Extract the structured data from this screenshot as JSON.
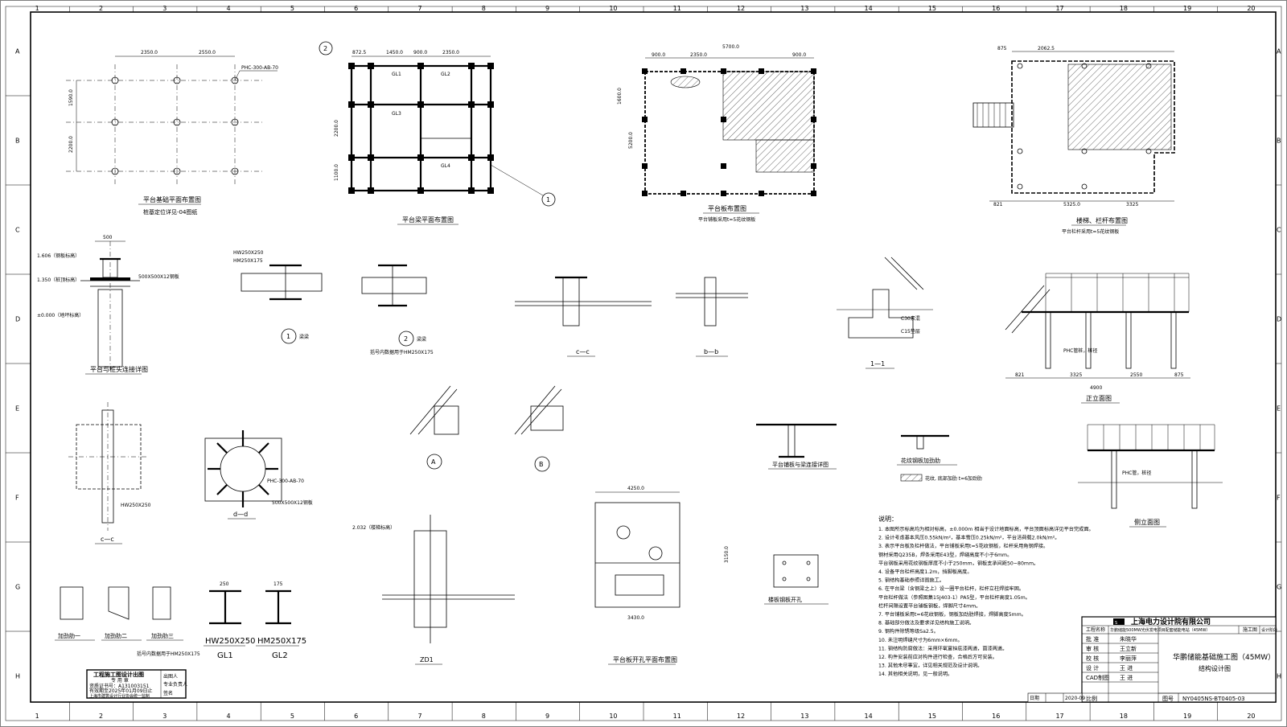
{
  "grid": {
    "cols": [
      "1",
      "2",
      "3",
      "4",
      "5",
      "6",
      "7",
      "8",
      "9",
      "10",
      "11",
      "12",
      "13",
      "14",
      "15",
      "16",
      "17",
      "18",
      "19",
      "20"
    ],
    "rows": [
      "A",
      "B",
      "C",
      "D",
      "E",
      "F",
      "G",
      "H"
    ]
  },
  "views": {
    "pile_plan": {
      "title": "平台基础平面布置图",
      "sub": "桩基定位详见-04图纸",
      "pile_tag": "PHC-300-AB-70",
      "dims": [
        "2350.0",
        "2550.0",
        "1590.0",
        "2200.0"
      ]
    },
    "beam_plan": {
      "title": "平台梁平面布置图",
      "dims": [
        "872.5",
        "1450.0",
        "900.0",
        "2350.0",
        "2200.0",
        "1100.0"
      ],
      "beams": [
        "GL1",
        "GL2",
        "GL3",
        "GL4"
      ]
    },
    "slab_plan": {
      "title": "平台板布置图",
      "sub": "平台铺板采用t=5花纹钢板",
      "dims": [
        "900.0",
        "2350.0",
        "5700.0",
        "900.0",
        "5200.0",
        "1600.0"
      ]
    },
    "stair_plan": {
      "title": "楼梯、栏杆布置图",
      "sub": "平台栏杆采用t=5花纹钢板",
      "dims": [
        "875",
        "2062.5",
        "5325.0",
        "3325",
        "821"
      ]
    },
    "col_joint": {
      "title": "平台与桩头连接详图",
      "lev1": "1.606（钢板标高）",
      "lev2": "1.350（桩顶标高）",
      "lev3": "±0.000（地坪标高）",
      "plate": "500X500X12钢板",
      "dim": "500"
    },
    "detail1": {
      "no": "1",
      "label": "梁梁",
      "sec": "HW250X250",
      "sec2": "HM250X175"
    },
    "detail2": {
      "no": "2",
      "label": "梁梁",
      "note": "括号内数据用于HM250X175"
    },
    "cc": {
      "title": "c—c"
    },
    "bb": {
      "title": "b—b"
    },
    "s11": {
      "title": "1—1",
      "c30": "C30素混",
      "c15": "C15垫层"
    },
    "elev_front": {
      "title": "正立面图",
      "dims": [
        "821",
        "3325",
        "2550",
        "4900",
        "875"
      ],
      "phc": "PHC管桩，桩径"
    },
    "elev_side": {
      "title": "侧立面图",
      "phc": "PHC管，桩径"
    },
    "cc2": {
      "title": "c—c",
      "sec": "HW250X250"
    },
    "dd": {
      "title": "d—d",
      "pile": "PHC-300-AB-70",
      "plate": "500X500X12钢板"
    },
    "detailA": {
      "no": "A"
    },
    "detailB": {
      "no": "B"
    },
    "z1": {
      "title": "ZD1",
      "lev": "2.032（楼梯标高）"
    },
    "stiff1": {
      "title": "加劲肋一"
    },
    "stiff2": {
      "title": "加劲肋二"
    },
    "stiff3": {
      "title": "加劲肋三",
      "note": "括号内数据用于HM250X175"
    },
    "gl1": {
      "sec": "HW250X250",
      "name": "GL1",
      "dim": "250"
    },
    "gl2": {
      "sec": "HM250X175",
      "name": "GL2",
      "dim": "175"
    },
    "grate": {
      "title": "平台铺板与梁连接详图"
    },
    "checker": {
      "title": "花纹钢板加劲肋"
    },
    "checker_note": "花纹, 底部加肋 t=6加劲肋",
    "hole_plan": {
      "title": "平台板开孔平面布置图",
      "dims": [
        "4250.0",
        "3150.0",
        "3430.0"
      ]
    },
    "hole_detail": {
      "title": "楼板钢板开孔"
    }
  },
  "notes": {
    "head": "说明：",
    "items": [
      "1. 本图所示标高均为相对标高，±0.000m 相当于设计地面标高，平台顶面标高详见平台完成面。",
      "2. 设计考虑基本风压0.55kN/m²，基本雪压0.25kN/m²，平台活荷载2.0kN/m²。",
      "3. 表示平台板及栏杆做法，平台铺板采用t=5花纹钢板，栏杆采用角钢焊接。",
      "   钢材采用Q235B，焊条采用E43型，焊缝高度不小于6mm。",
      "   平台钢板采用花纹钢板厚度不小于250mm，钢板支承间距50~80mm。",
      "4. 设备平台栏杆高度1.2m，挡脚板高度。",
      "5. 钢结构基础参照详图施工。",
      "6. 在平台梁（含钢梁之上）设一圈平台栏杆，栏杆立柱焊接牢固。",
      "   平台栏杆做法（参照图集15J403-1）PA5型，平台栏杆高度1.05m。",
      "   栏杆间隔设置平台铺板钢板，焊脚尺寸4mm。",
      "7. 平台铺板采用t=6花纹钢板，钢板加劲肋焊接，焊脚高度5mm。",
      "8. 基础部分做法及要求详见结构施工说明。",
      "9. 钢构件除锈等级Sa2.5。",
      "10. 未注明焊缝尺寸为6mm×6mm。",
      "11. 钢结构防腐做法：采用环氧富锌底漆两道，面漆两道。",
      "12. 构件安装前应对构件进行检查，合格后方可安装。",
      "13. 其他未尽事宜，详见相关规范及设计说明。",
      "14. 其他相关说明，见一般说明。"
    ]
  },
  "title_block": {
    "company": "上海电力设计院有限公司",
    "project_label": "工程名称",
    "project_value": "华鹏储能500MW光伏发电项目配套储能电站（45MW）",
    "stage_label": "施工图",
    "stage_label2": "设计阶段",
    "rows": [
      {
        "label": "批 准",
        "sign": "朱晓华"
      },
      {
        "label": "审 核",
        "sign": "王立新"
      },
      {
        "label": "校 核",
        "sign": "李丽萍"
      },
      {
        "label": "设 计",
        "sign": "王 进"
      },
      {
        "label": "CAD制图",
        "sign": "王 进"
      }
    ],
    "scale_label": "比例",
    "drawing_no_label": "图号",
    "drawing_no": "NY0405NS-BT0405-03",
    "drawing_title": "华鹏储能基础施工图（45MW）",
    "drawing_subtitle": "结构设计图",
    "date_label": "日期",
    "date_value": "2020-09"
  },
  "stamp": {
    "title": "工程施工图设计出图",
    "line1": "专 用 章",
    "line2": "资质证书号：A131003151",
    "line3": "有效期至2025年01月09日止",
    "line4": "上海市建筑设计行业协会统一监制",
    "right1": "出图人",
    "right2": "专业负责人",
    "right3": "签名"
  }
}
